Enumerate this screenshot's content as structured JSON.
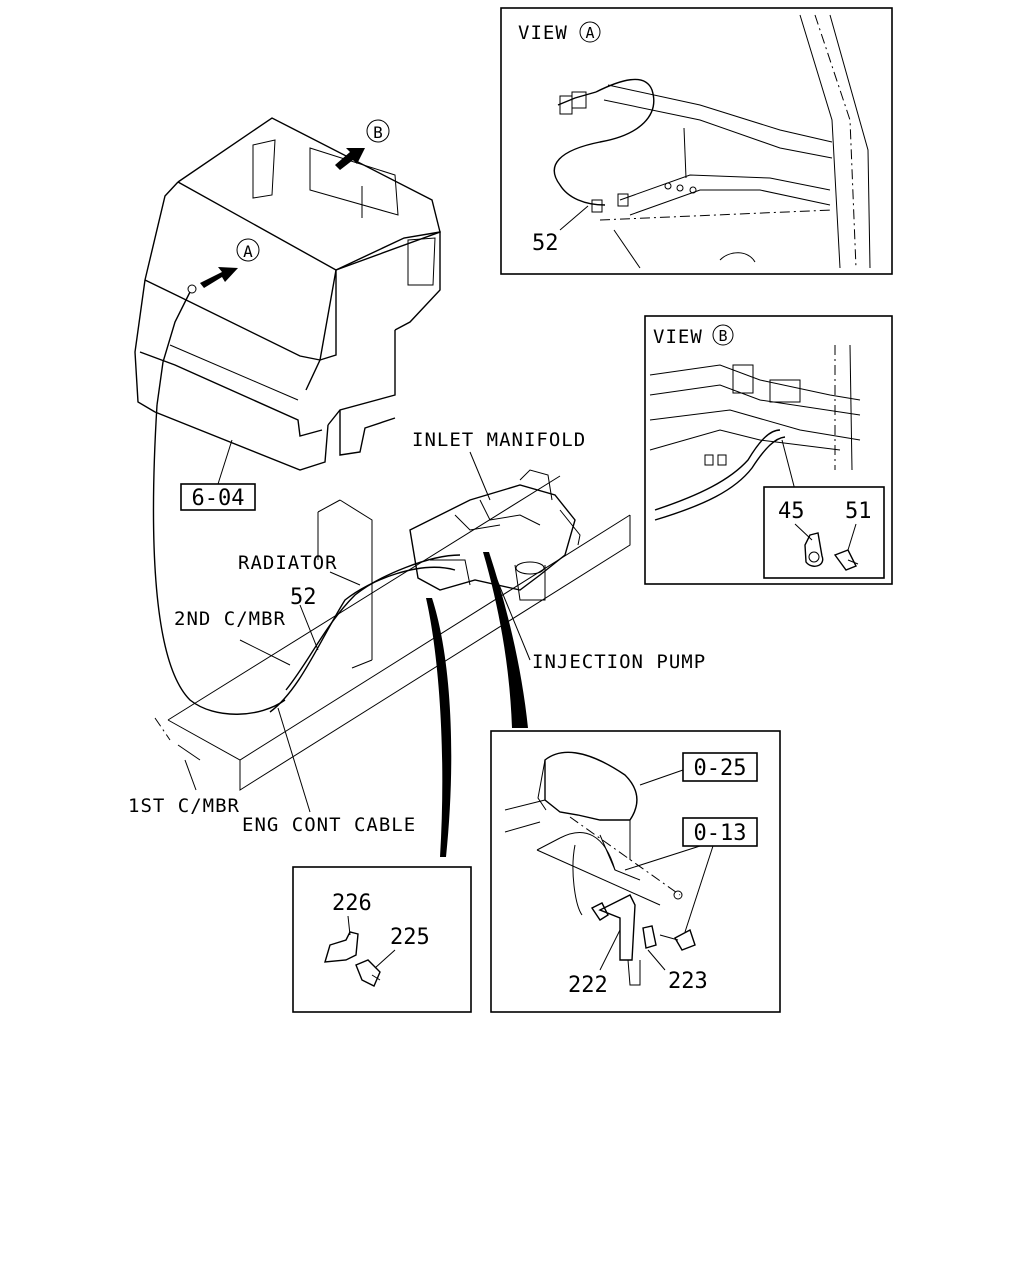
{
  "views": {
    "a": {
      "title": "VIEW",
      "marker": "A",
      "part": "52"
    },
    "b": {
      "title": "VIEW",
      "marker": "B",
      "parts": [
        "45",
        "51"
      ]
    }
  },
  "markers": {
    "a": "A",
    "b": "B"
  },
  "refs": {
    "cab": "6-04",
    "hose": "0-25",
    "bolt": "0-13"
  },
  "labels": {
    "inlet_manifold": "INLET MANIFOLD",
    "radiator": "RADIATOR",
    "second_cmbr": "2ND C/MBR",
    "first_cmbr": "1ST C/MBR",
    "injection_pump": "INJECTION PUMP",
    "eng_cont_cable": "ENG CONT CABLE"
  },
  "parts": {
    "cable_main": "52",
    "clip_226": "226",
    "bolt_225": "225",
    "bracket_222": "222",
    "bolt_223": "223"
  }
}
